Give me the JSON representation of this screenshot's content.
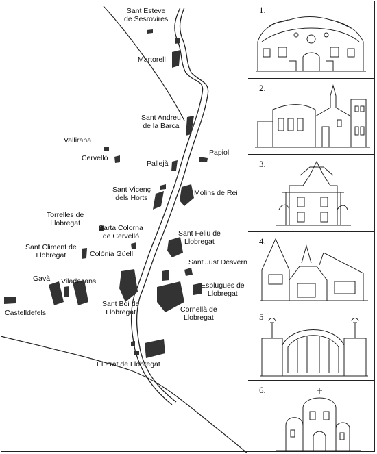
{
  "map": {
    "towns": [
      {
        "id": "sant-esteve",
        "lines": [
          "Sant Esteve",
          "de Sesrovires"
        ]
      },
      {
        "id": "martorell",
        "lines": [
          "Martorell"
        ]
      },
      {
        "id": "sant-andreu",
        "lines": [
          "Sant Andreu",
          "de la Barca"
        ]
      },
      {
        "id": "vallirana",
        "lines": [
          "Vallirana"
        ]
      },
      {
        "id": "cervello",
        "lines": [
          "Cervelló"
        ]
      },
      {
        "id": "pallejà",
        "lines": [
          "Pallejà"
        ]
      },
      {
        "id": "papiol",
        "lines": [
          "Papiol"
        ]
      },
      {
        "id": "sant-vicenc",
        "lines": [
          "Sant Vicenç",
          "dels Horts"
        ]
      },
      {
        "id": "molins",
        "lines": [
          "Molins de Rei"
        ]
      },
      {
        "id": "torrelles",
        "lines": [
          "Torrelles de",
          "Llobregat"
        ]
      },
      {
        "id": "santa-coloma",
        "lines": [
          "Sarta Colorna",
          "de Cervelló"
        ]
      },
      {
        "id": "sant-feliu",
        "lines": [
          "Sant Feliu de",
          "Llobregat"
        ]
      },
      {
        "id": "sant-climent",
        "lines": [
          "Sant Climent de",
          "Llobregat"
        ]
      },
      {
        "id": "colonia-guell",
        "lines": [
          "Colònia Güell"
        ]
      },
      {
        "id": "sant-just",
        "lines": [
          "Sant Just Desvern"
        ]
      },
      {
        "id": "gava",
        "lines": [
          "Gavà"
        ]
      },
      {
        "id": "viladecans",
        "lines": [
          "Viladecans"
        ]
      },
      {
        "id": "esplugues",
        "lines": [
          "Esplugues de",
          "Llobregat"
        ]
      },
      {
        "id": "castelldefels",
        "lines": [
          "Castelldefels"
        ]
      },
      {
        "id": "sant-boi",
        "lines": [
          "Sant Boi de",
          "Llobregat"
        ]
      },
      {
        "id": "cornella",
        "lines": [
          "Cornellà de",
          "Llobregat"
        ]
      },
      {
        "id": "el-prat",
        "lines": [
          "El Prat de Llobregat"
        ]
      }
    ]
  },
  "panels": [
    {
      "number": "1."
    },
    {
      "number": "2."
    },
    {
      "number": "3."
    },
    {
      "number": "4."
    },
    {
      "number": "5"
    },
    {
      "number": "6."
    }
  ]
}
